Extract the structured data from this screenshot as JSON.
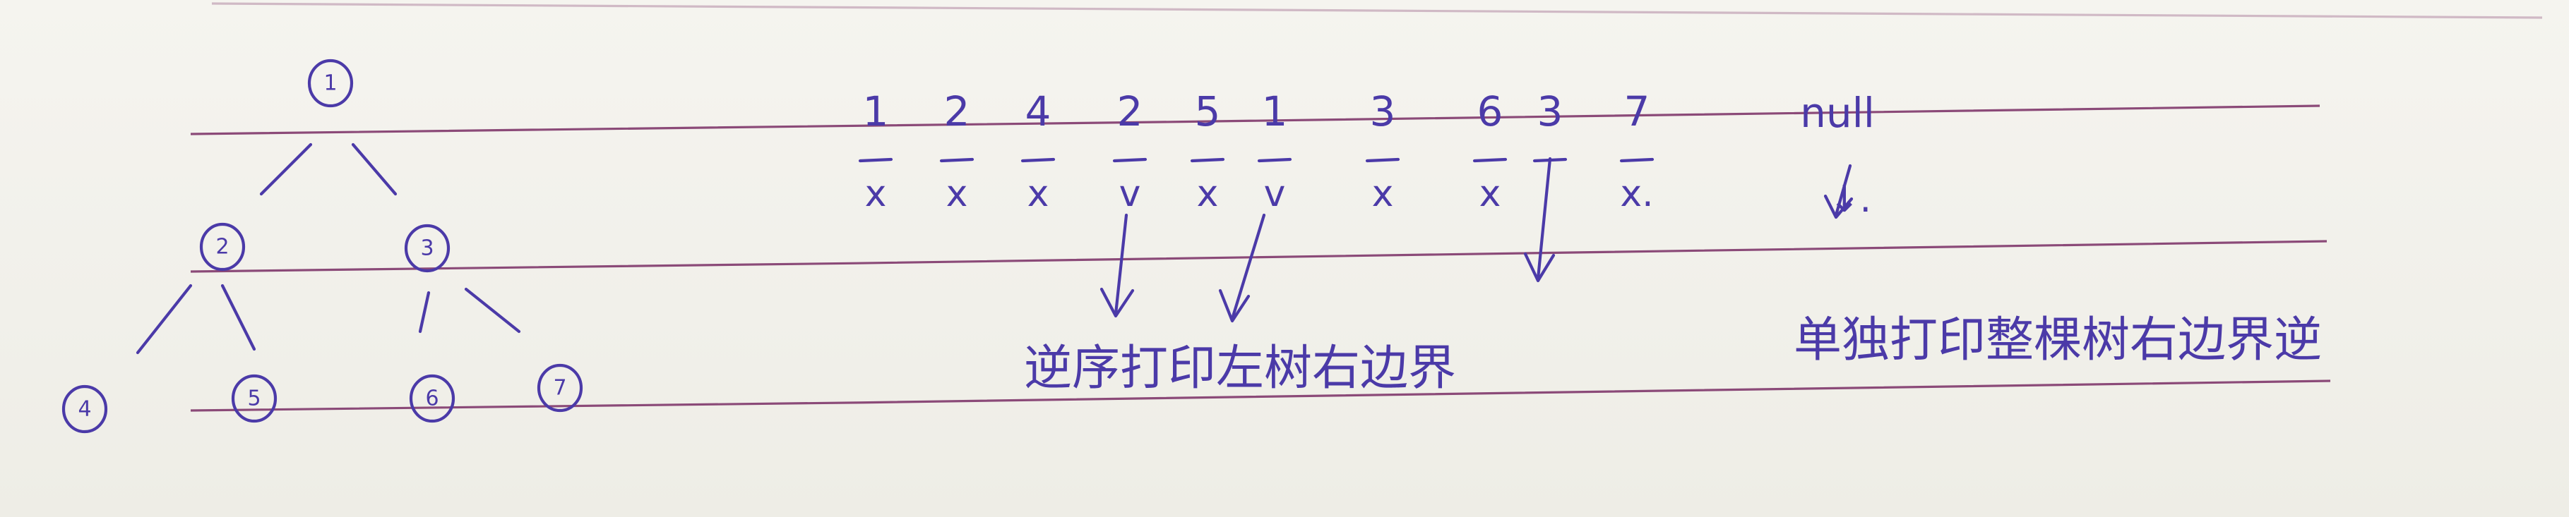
{
  "tree": {
    "nodes": [
      {
        "id": "1",
        "label": "1"
      },
      {
        "id": "2",
        "label": "2"
      },
      {
        "id": "3",
        "label": "3"
      },
      {
        "id": "4",
        "label": "4"
      },
      {
        "id": "5",
        "label": "5"
      },
      {
        "id": "6",
        "label": "6"
      },
      {
        "id": "7",
        "label": "7"
      }
    ],
    "edges": [
      [
        "1",
        "2"
      ],
      [
        "1",
        "3"
      ],
      [
        "2",
        "4"
      ],
      [
        "2",
        "5"
      ],
      [
        "3",
        "6"
      ],
      [
        "3",
        "7"
      ]
    ]
  },
  "sequence": {
    "numbers": [
      "1",
      "2",
      "4",
      "2",
      "5",
      "1",
      "3",
      "6",
      "3",
      "7"
    ],
    "marks": [
      "x",
      "x",
      "x",
      "v",
      "x",
      "v",
      "x",
      "x",
      "",
      "x."
    ],
    "end_label": "null",
    "end_mark": "↓."
  },
  "notes": {
    "left_boundary": "逆序打印左树右边界",
    "whole_tree": "单独打印整棵树右边界逆"
  }
}
